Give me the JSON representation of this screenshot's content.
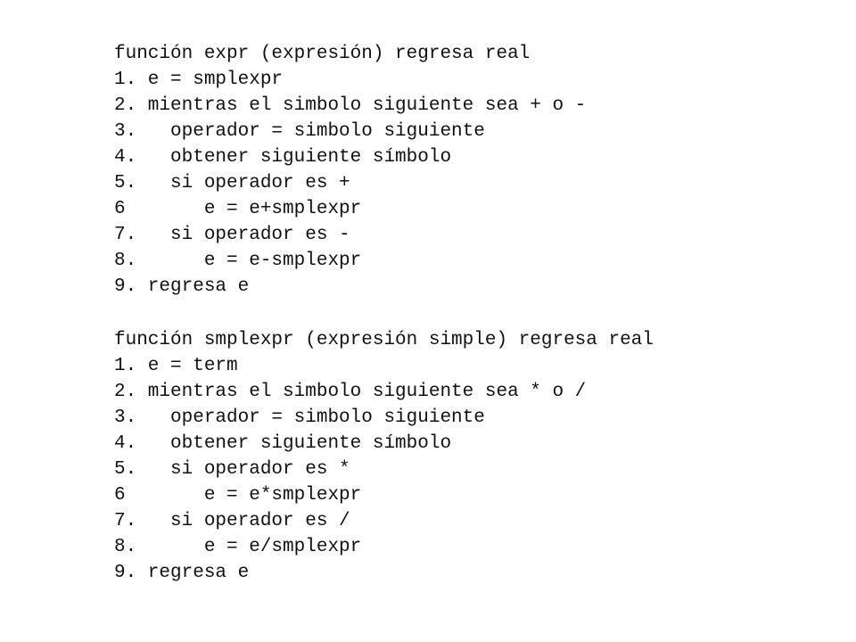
{
  "blocks": [
    {
      "lines": [
        "función expr (expresión) regresa real",
        "1. e = smplexpr",
        "2. mientras el simbolo siguiente sea + o -",
        "3.   operador = simbolo siguiente",
        "4.   obtener siguiente símbolo",
        "5.   si operador es +",
        "6       e = e+smplexpr",
        "7.   si operador es -",
        "8.      e = e-smplexpr",
        "9. regresa e"
      ]
    },
    {
      "lines": [
        "función smplexpr (expresión simple) regresa real",
        "1. e = term",
        "2. mientras el simbolo siguiente sea * o /",
        "3.   operador = simbolo siguiente",
        "4.   obtener siguiente símbolo",
        "5.   si operador es *",
        "6       e = e*smplexpr",
        "7.   si operador es /",
        "8.      e = e/smplexpr",
        "9. regresa e"
      ]
    }
  ]
}
